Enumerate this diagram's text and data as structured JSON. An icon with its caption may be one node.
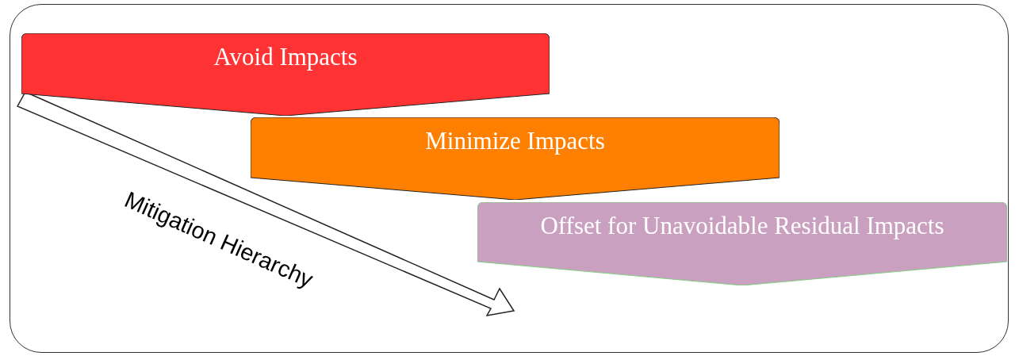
{
  "diagram": {
    "nodes": [
      {
        "text": [
          "Avoid Impacts"
        ]
      },
      {
        "text": [
          "Minimize Impacts"
        ]
      },
      {
        "text": [
          "Offset for Unavoidable Residual Impacts"
        ]
      }
    ],
    "labels": [
      "Mitigation Hierarchy"
    ]
  }
}
